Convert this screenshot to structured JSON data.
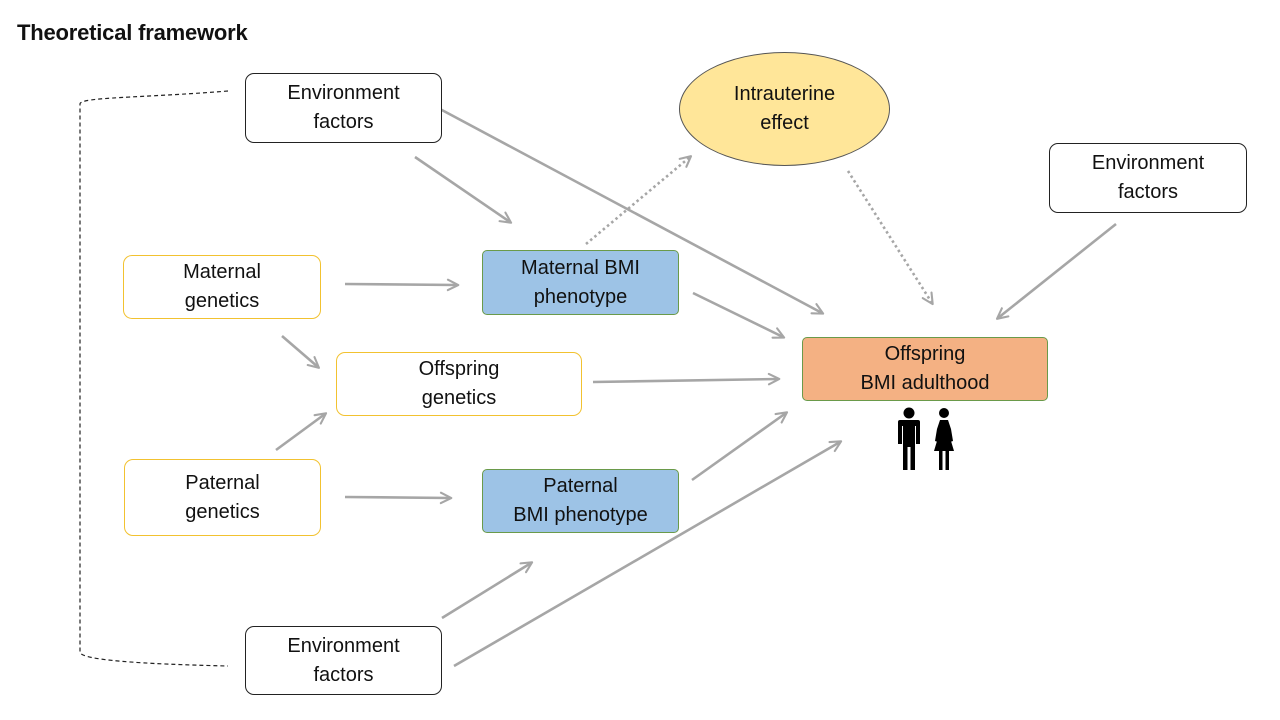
{
  "title": "Theoretical framework",
  "nodes": {
    "env_top": "Environment\nfactors",
    "env_right": "Environment\nfactors",
    "env_bottom": "Environment\nfactors",
    "intrauterine": "Intrauterine\neffect",
    "maternal_genetics": "Maternal\ngenetics",
    "paternal_genetics": "Paternal\ngenetics",
    "offspring_genetics": "Offspring\ngenetics",
    "maternal_bmi": "Maternal BMI\nphenotype",
    "paternal_bmi": "Paternal\nBMI phenotype",
    "offspring_bmi": "Offspring\nBMI adulthood"
  },
  "icons": [
    "man-icon",
    "woman-icon"
  ],
  "colors": {
    "arrow": "#a6a6a6",
    "phenotype_fill": "#9dc3e6",
    "outcome_fill": "#f4b183",
    "intrauterine_fill": "#ffe699",
    "genetics_border": "#f2c230"
  }
}
